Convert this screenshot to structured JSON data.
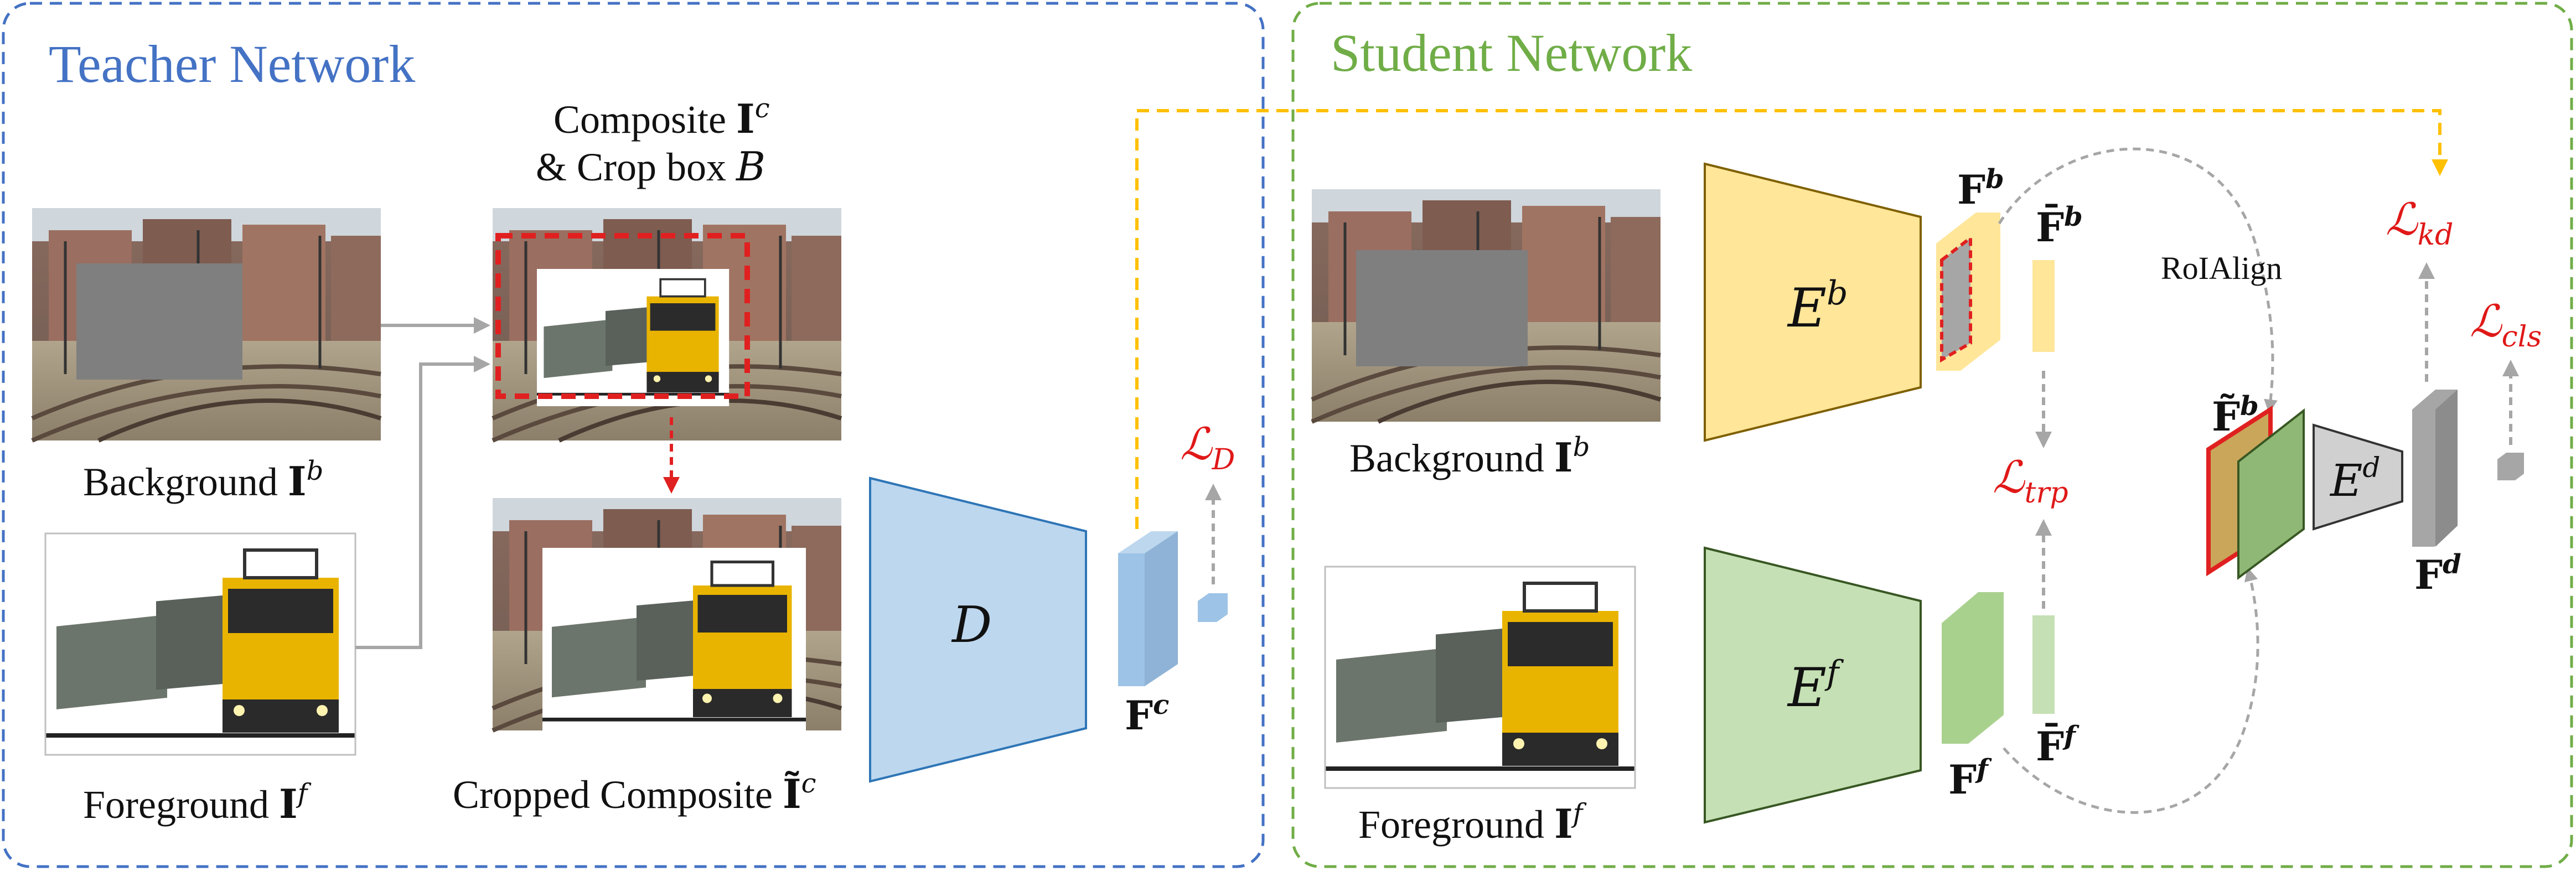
{
  "panels": {
    "teacher_title": "Teacher Network",
    "student_title": "Student Network"
  },
  "teacher": {
    "composite_line1": "Composite ",
    "composite_I": "I",
    "composite_sup": "c",
    "composite_line2": "& Crop box ",
    "composite_B": "B",
    "background_label": "Background ",
    "background_I": "I",
    "background_sup": "b",
    "foreground_label": "Foreground ",
    "foreground_I": "I",
    "foreground_sup": "f",
    "cropped_label": "Cropped Composite ",
    "cropped_I": "Ĩ",
    "cropped_sup": "c",
    "discriminator": "D",
    "feature_F": "F",
    "feature_sup": "c",
    "loss_D": "ℒ",
    "loss_D_sub": "D"
  },
  "student": {
    "background_label": "Background ",
    "background_I": "I",
    "background_sup": "b",
    "foreground_label": "Foreground ",
    "foreground_I": "I",
    "foreground_sup": "f",
    "encoder_b": "E",
    "encoder_b_sup": "b",
    "encoder_f": "E",
    "encoder_f_sup": "f",
    "encoder_d": "E",
    "encoder_d_sup": "d",
    "Fb": "F",
    "Fb_sup": "b",
    "Fb_bar": "F̄",
    "Fb_bar_sup": "b",
    "Ff": "F",
    "Ff_sup": "f",
    "Ff_bar": "F̄",
    "Ff_bar_sup": "f",
    "Fb_tilde": "F̃",
    "Fb_tilde_sup": "b",
    "Fd": "F",
    "Fd_sup": "d",
    "roialign": "RoIAlign",
    "loss_kd": "ℒ",
    "loss_kd_sub": "kd",
    "loss_cls": "ℒ",
    "loss_cls_sub": "cls",
    "loss_trp": "ℒ",
    "loss_trp_sub": "trp"
  },
  "colors": {
    "teacher_border": "#4472c4",
    "student_border": "#70ad47",
    "kd_arrow": "#ffc000",
    "loss_red": "#e01818",
    "crop_box": "#e02020",
    "encoder_b_fill": "#ffe699",
    "encoder_f_fill": "#c5e0b4",
    "discriminator_fill": "#bdd7ee",
    "decoder_fill": "#d0d0d0"
  }
}
